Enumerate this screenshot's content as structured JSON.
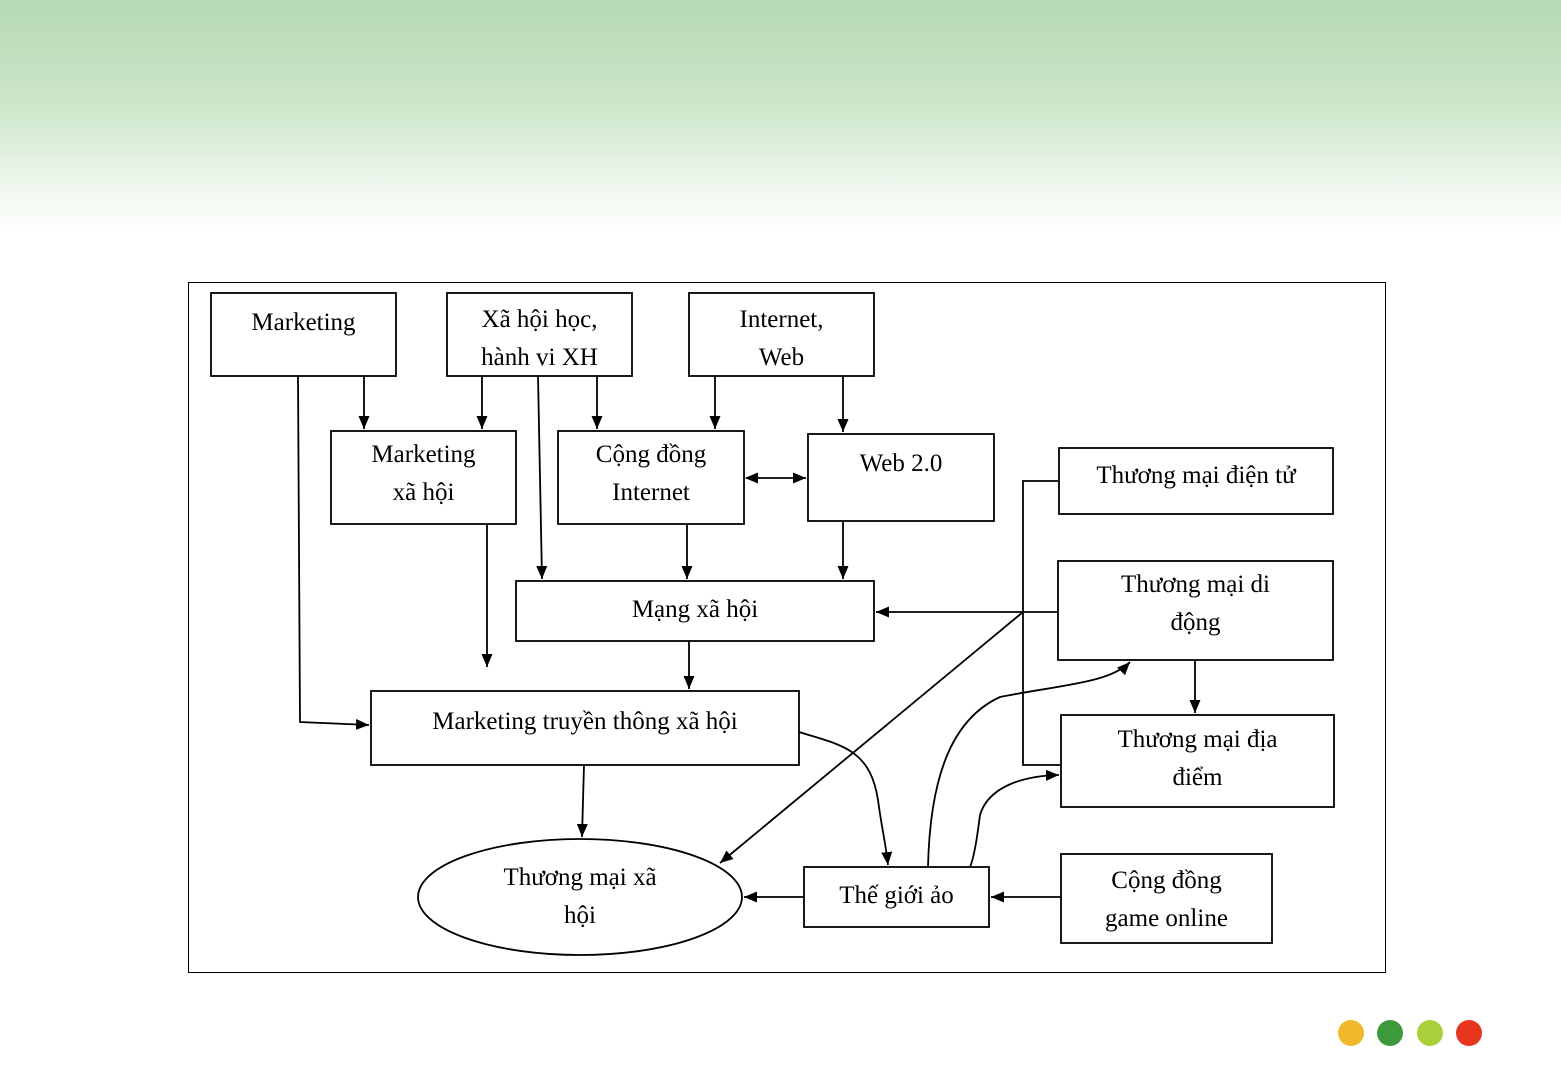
{
  "nodes": {
    "marketing": "Marketing",
    "xa_hoi_hoc": "Xã hội học,\nhành vi XH",
    "internet_web": "Internet,\nWeb",
    "marketing_xa_hoi": "Marketing\nxã hội",
    "cong_dong_internet": "Cộng đồng\nInternet",
    "web20": "Web 2.0",
    "tm_dien_tu": "Thương mại điện tử",
    "mang_xa_hoi": "Mạng xã hội",
    "tm_di_dong": "Thương mại di\nđộng",
    "marketing_truyen_thong": "Marketing truyền thông xã hội",
    "tm_dia_diem": "Thương mại địa\nđiểm",
    "tm_xa_hoi": "Thương mại xã\nhội",
    "the_gioi_ao": "Thế giới ảo",
    "cong_dong_game": "Cộng đồng\ngame online"
  },
  "decoration_colors": [
    "#f1b82d",
    "#3d9a3c",
    "#a8d03a",
    "#e8361e"
  ]
}
